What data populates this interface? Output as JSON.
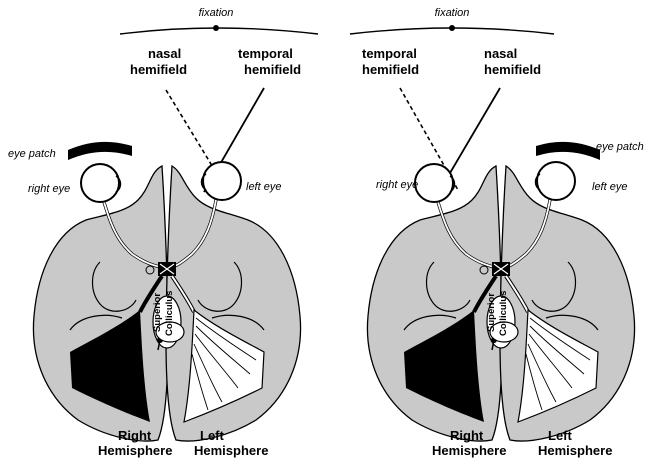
{
  "left_panel": {
    "fixation_label": "fixation",
    "nasal_hemifield": [
      "nasal",
      "hemifield"
    ],
    "temporal_hemifield": [
      "temporal",
      "hemifield"
    ],
    "eye_patch_label": "eye patch",
    "right_eye_label": "right eye",
    "left_eye_label": "left eye",
    "superior_colliculus": [
      "Superior",
      "Colliculus"
    ],
    "right_hemisphere": [
      "Right",
      "Hemisphere"
    ],
    "left_hemisphere": [
      "Left",
      "Hemisphere"
    ]
  },
  "right_panel": {
    "fixation_label": "fixation",
    "temporal_hemifield": [
      "temporal",
      "hemifield"
    ],
    "nasal_hemifield": [
      "nasal",
      "hemifield"
    ],
    "eye_patch_label": "eye patch",
    "right_eye_label": "right eye",
    "left_eye_label": "left eye",
    "superior_colliculus": [
      "Superior",
      "Colliculus"
    ],
    "right_hemisphere": [
      "Right",
      "Hemisphere"
    ],
    "left_hemisphere": [
      "Left",
      "Hemisphere"
    ]
  },
  "colors": {
    "brain_fill": "#c9c9c9",
    "ink": "#000000",
    "background": "#ffffff"
  }
}
